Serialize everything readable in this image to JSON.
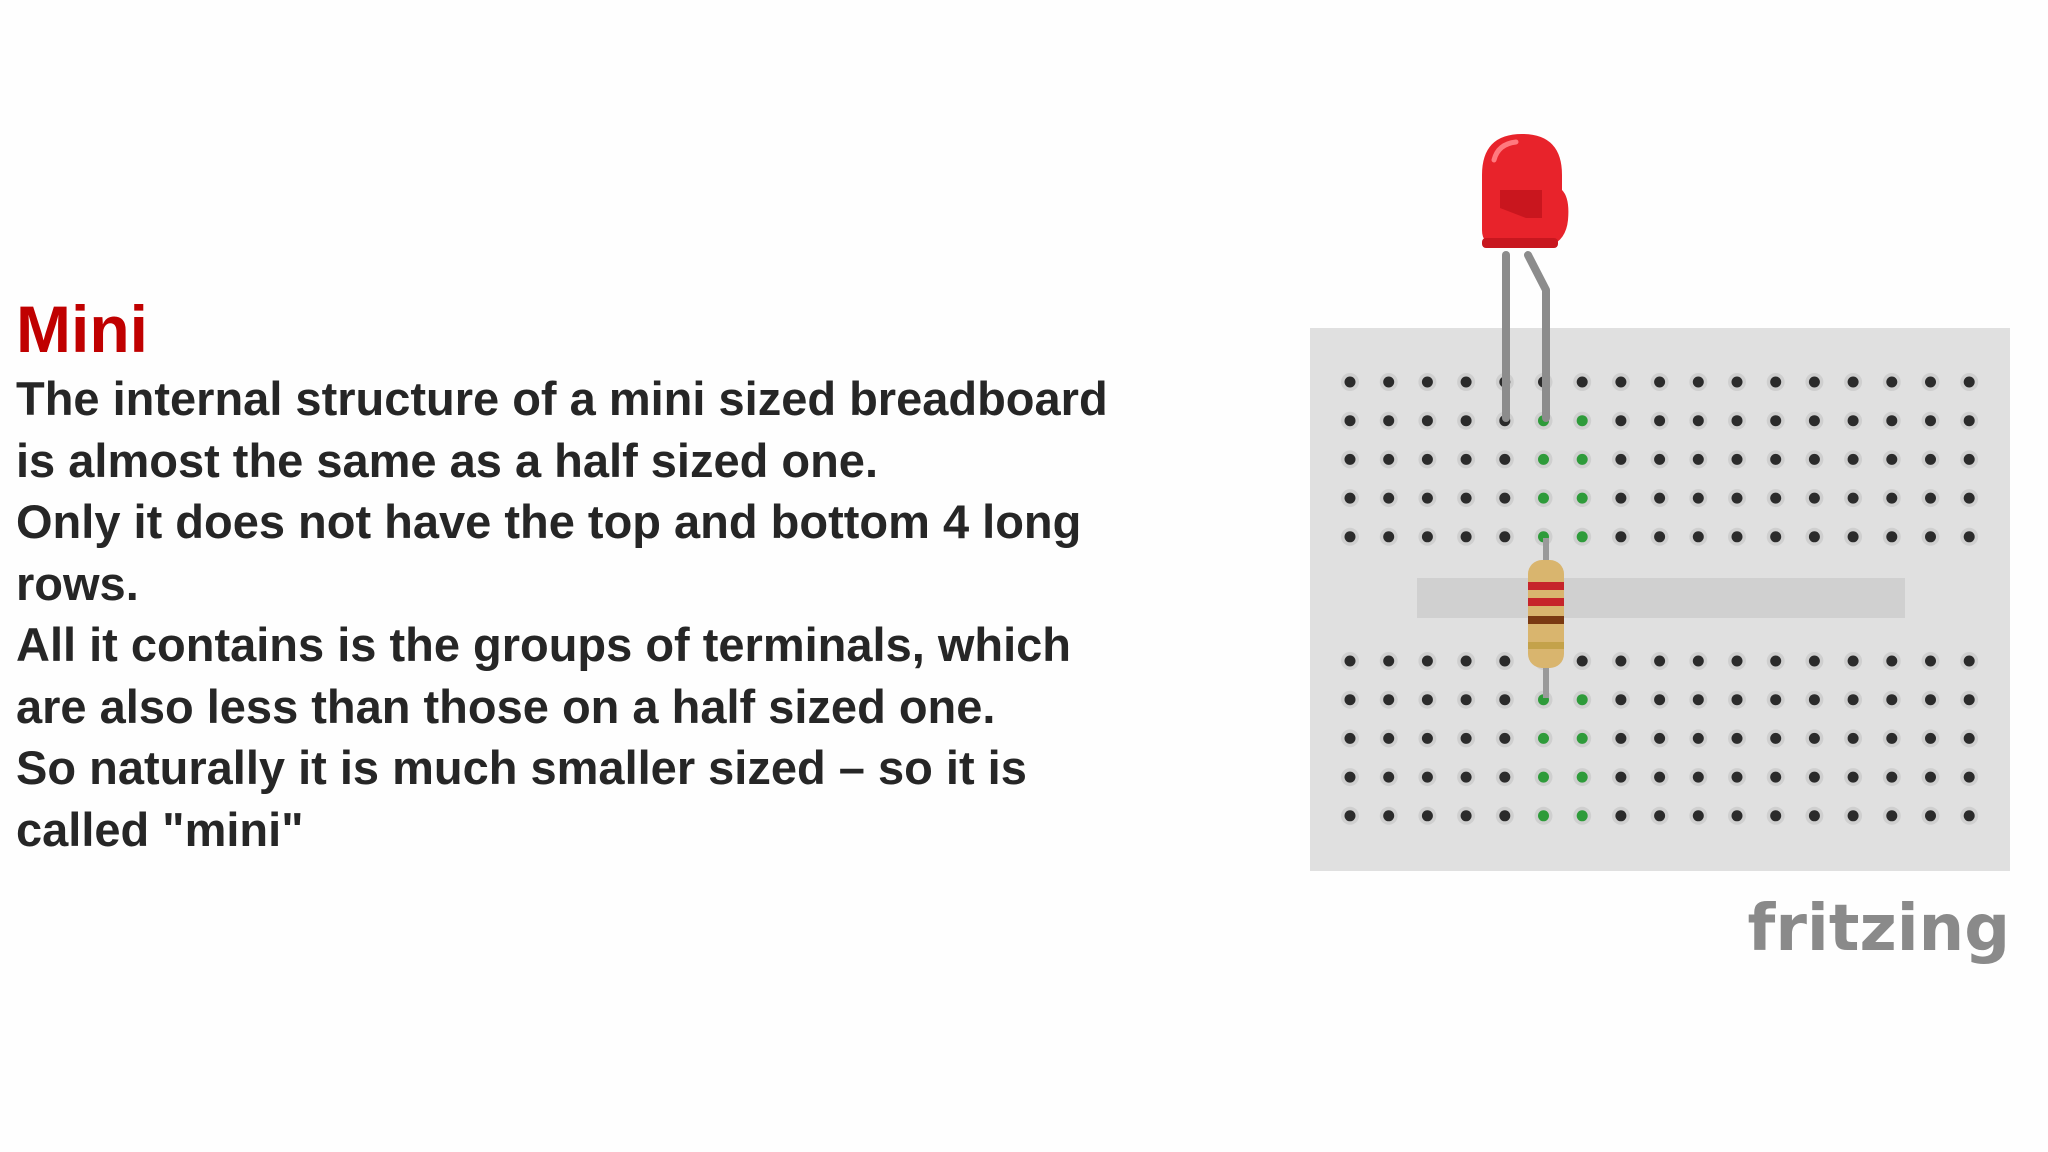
{
  "slide": {
    "title": "Mini",
    "body": "The internal structure of a mini sized breadboard\nis almost the same as a half sized one.\nOnly it does not have the top and bottom 4 long\nrows.\nAll it contains is the groups of terminals, which\nare also less than those on a half sized one.\nSo naturally it is much smaller sized – so it is\ncalled \"mini\""
  },
  "figure": {
    "watermark": "fritzing",
    "breadboard": {
      "columns": 17,
      "rows_per_block": 5,
      "blocks": 2,
      "highlighted_columns": [
        5,
        6
      ]
    },
    "components": [
      "led-red",
      "resistor"
    ],
    "colors": {
      "board": "#e0e0e0",
      "hole": "#2b2b2b",
      "hole_active": "#2e9b3a",
      "led": "#e8232b",
      "resistor_body": "#d9b56e",
      "title": "#c00000",
      "text": "#262626",
      "watermark": "#8a8a8a"
    }
  }
}
